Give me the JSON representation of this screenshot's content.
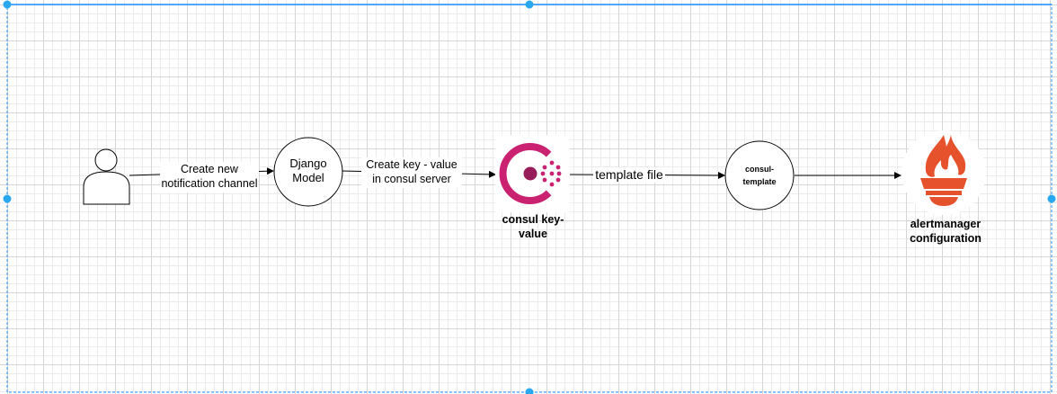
{
  "diagram": {
    "nodes": {
      "user": {
        "icon": "user-icon"
      },
      "django": {
        "label_line1": "Django",
        "label_line2": "Model"
      },
      "consul_kv": {
        "icon": "consul-logo-icon",
        "label_line1": "consul key-",
        "label_line2": "value"
      },
      "consul_template": {
        "label_line1": "consul-",
        "label_line2": "template"
      },
      "alertmanager": {
        "icon": "prometheus-logo-icon",
        "label_line1": "alertmanager",
        "label_line2": "configuration"
      }
    },
    "edges": {
      "user_to_django": {
        "line1": "Create new",
        "line2": "notification channel"
      },
      "django_to_consul": {
        "line1": "Create key - value",
        "line2": "in consul server"
      },
      "consul_to_template": {
        "line1": "template file"
      }
    },
    "colors": {
      "selection": "#1e90ff",
      "handle": "#29a8f0",
      "consul": "#ca2171",
      "prometheus": "#e6522c"
    }
  }
}
